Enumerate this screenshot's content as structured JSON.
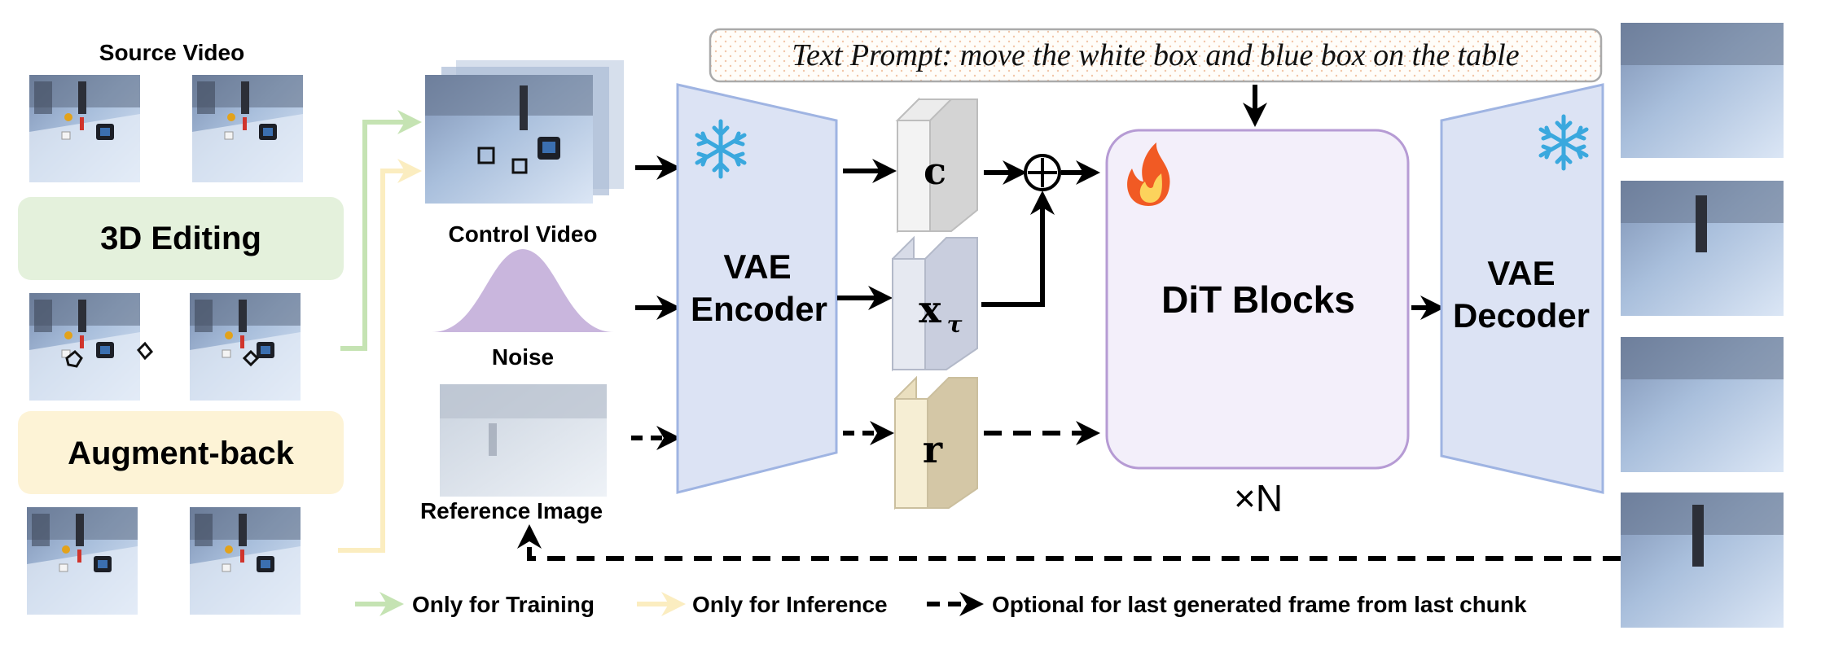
{
  "labels": {
    "source_video": "Source Video",
    "editing_3d": "3D Editing",
    "augment_back": "Augment-back",
    "control_video": "Control Video",
    "noise": "Noise",
    "reference_image": "Reference Image",
    "vae_encoder_line1": "VAE",
    "vae_encoder_line2": "Encoder",
    "vae_decoder_line1": "VAE",
    "vae_decoder_line2": "Decoder",
    "dit_blocks": "DiT Blocks",
    "repeat": "×N",
    "text_prompt": "Text Prompt: move the white box and blue box on the table",
    "latent_c": "c",
    "latent_x": "x",
    "latent_x_sub": "τ",
    "latent_r": "r",
    "plus": "⊕"
  },
  "legend": {
    "training": "Only for Training",
    "inference": "Only for Inference",
    "optional": "Optional for last generated frame from last chunk"
  },
  "colors": {
    "green_box": "#e4f1dc",
    "yellow_box": "#fdf3d6",
    "green_line": "#c5e3b3",
    "yellow_line": "#fbedc0",
    "vae_fill": "#dce3f4",
    "vae_stroke": "#9fb4e2",
    "dit_fill": "#f3effa",
    "dit_stroke": "#b69bd4",
    "noise": "#c9b6dd",
    "snowflake": "#3aa8de",
    "c_block": "#d4d4d4",
    "x_block": "#c9cede",
    "r_block": "#d4c7a6",
    "flame": "#f15a24"
  },
  "icons": {
    "snowflake": "snowflake-icon",
    "flame": "flame-icon",
    "plus": "plus-circle-icon"
  }
}
